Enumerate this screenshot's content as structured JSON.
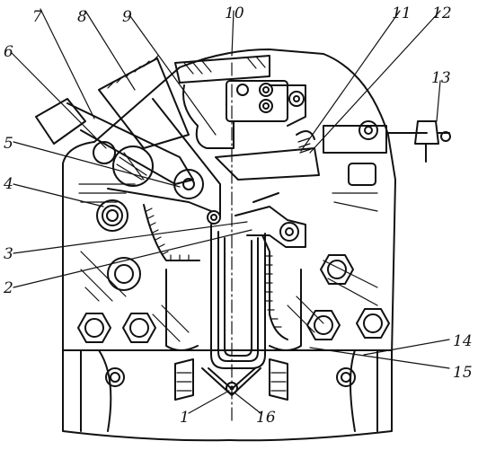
{
  "figure": {
    "callouts": [
      "1",
      "2",
      "3",
      "4",
      "5",
      "6",
      "7",
      "8",
      "9",
      "10",
      "11",
      "12",
      "13",
      "14",
      "15",
      "16"
    ]
  },
  "colors": {
    "ink": "#111111",
    "paper": "#ffffff"
  },
  "icons": [
    "hex-nut-icon",
    "spring-icon",
    "gear-segment-icon"
  ]
}
